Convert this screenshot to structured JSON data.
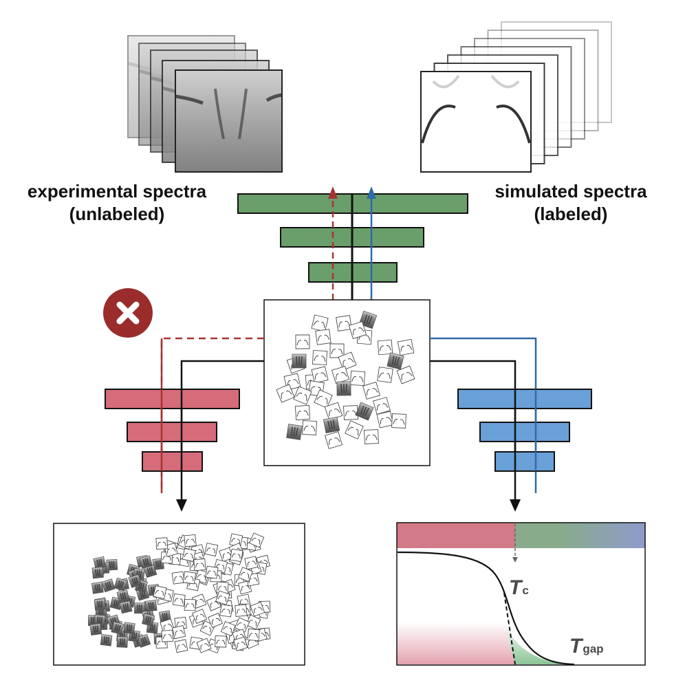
{
  "labels": {
    "experimental_line1": "experimental spectra",
    "experimental_line2": "(unlabeled)",
    "simulated_line1": "simulated spectra",
    "simulated_line2": "(labeled)",
    "tc_main": "T",
    "tc_sub": "c",
    "tgap_main": "T",
    "tgap_sub": "gap"
  },
  "icons": {
    "reject": "close-circle-icon"
  },
  "colors": {
    "encoder_green": "#6a9e6a",
    "decoder_red": "#d66c7a",
    "decoder_blue": "#6aa0d8",
    "path_red": "#a83232",
    "path_blue": "#2e6aa8",
    "reject_circle": "#9b2c2c",
    "phase_red": "#d27a88",
    "phase_green": "#88ab8c",
    "phase_blue": "#8f9bcb",
    "fill_red": "#e3a3b0",
    "fill_green": "#8cc496",
    "curve": "#111111",
    "label_gray": "#4a4a4a"
  },
  "stacks": {
    "experimental_count": 5,
    "simulated_count": 7
  },
  "layers": {
    "encoder_bars": 3,
    "left_decoder_bars": 3,
    "right_decoder_bars": 3
  }
}
